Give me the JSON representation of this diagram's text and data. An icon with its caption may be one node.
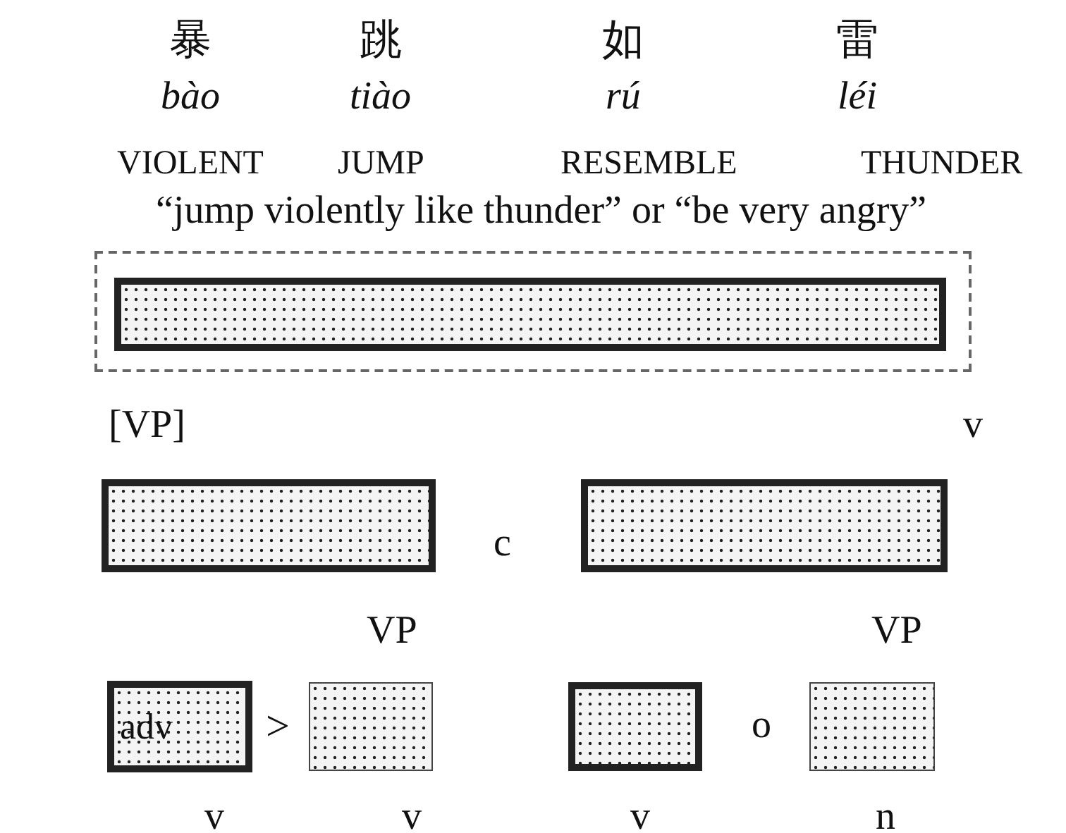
{
  "diagram": {
    "nodes": [
      {
        "text": [],
        "shape": "box"
      },
      {
        "text": [],
        "shape": "box",
        "in": 0
      },
      {
        "text": [],
        "shape": "box"
      },
      {
        "text": [],
        "shape": "box"
      },
      {
        "text": [
          "adv"
        ]
      },
      {
        "text": [],
        "shape": "box"
      },
      {
        "text": [],
        "shape": "box"
      },
      {
        "text": [],
        "shape": "box"
      }
    ],
    "labels": [
      "暴",
      "跳",
      "如",
      "雷",
      "bào",
      "tiào",
      "rú",
      "léi",
      "VIOLENT",
      "JUMP",
      "RESEMBLE",
      "THUNDER",
      "“jump violently like thunder” or “be very angry”",
      "[VP]",
      "v",
      "c",
      "VP",
      "VP",
      ">",
      "o",
      "v",
      "v",
      "v",
      "n"
    ]
  }
}
